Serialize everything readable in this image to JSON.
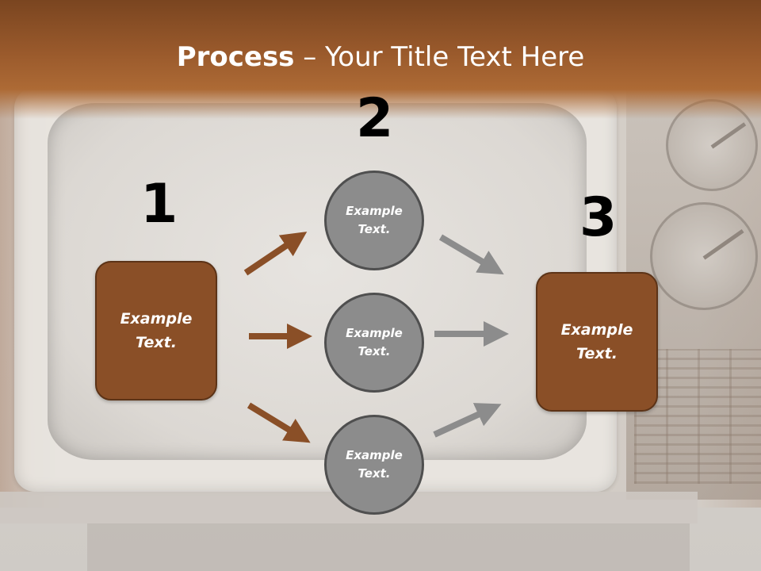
{
  "slide": {
    "title_bold": "Process",
    "title_rest": " – Your Title Text Here"
  },
  "steps": {
    "one": "1",
    "two": "2",
    "three": "3"
  },
  "boxes": {
    "left": {
      "line1": "Example",
      "line2": "Text."
    },
    "right": {
      "line1": "Example",
      "line2": "Text."
    }
  },
  "circles": [
    {
      "line1": "Example",
      "line2": "Text."
    },
    {
      "line1": "Example",
      "line2": "Text."
    },
    {
      "line1": "Example",
      "line2": "Text."
    }
  ],
  "colors": {
    "title_band": "#9a5a2c",
    "box_fill": "#8a4f27",
    "circle_fill": "#8c8c8c",
    "brown_arrow": "#8a4f27",
    "gray_arrow": "#8c8c8c"
  }
}
